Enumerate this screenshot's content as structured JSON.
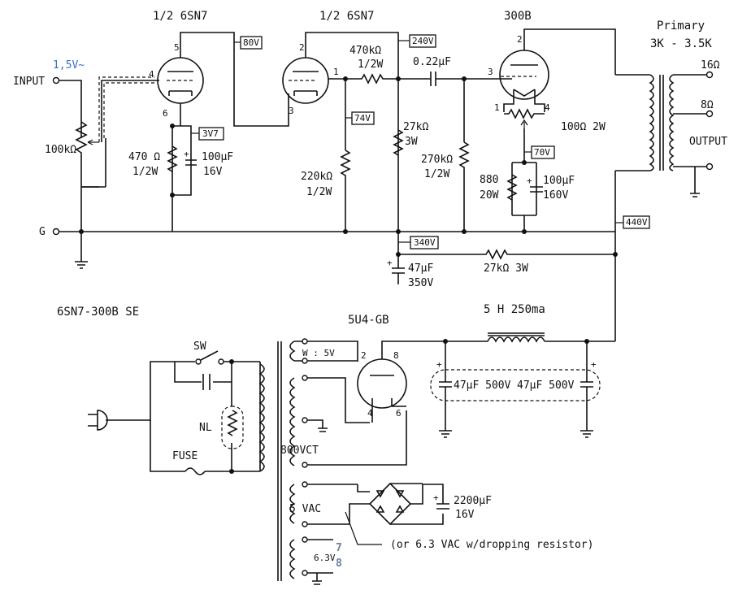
{
  "labels": {
    "tube1": "1/2 6SN7",
    "tube2": "1/2 6SN7",
    "tube3": "300B",
    "primary": "Primary",
    "primary_imp": "3K - 3.5K",
    "input": "INPUT",
    "input_level": "1,5V~",
    "ground": "G",
    "pot": "100kΩ",
    "r_k1": "470 Ω",
    "r_k1_w": "1/2W",
    "c_k1": "100μF",
    "c_k1_v": "16V",
    "r_g2": "220kΩ",
    "r_g2_w": "1/2W",
    "r_p2": "470kΩ",
    "r_p2_w": "1/2W",
    "c_couple": "0.22μF",
    "r_p1": "27kΩ",
    "r_p1_w": "3W",
    "r_g3": "270kΩ",
    "r_g3_w": "1/2W",
    "hum_pot": "100Ω 2W",
    "r_k3": "880",
    "r_k3_w": "20W",
    "c_k3": "100μF",
    "c_k3_v": "160V",
    "out_16": "16Ω",
    "out_8": "8Ω",
    "output": "OUTPUT",
    "c_filter": "47μF",
    "c_filter_v": "350V",
    "r_drop": "27kΩ 3W",
    "title": "6SN7-300B SE",
    "rectifier": "5U4-GB",
    "choke": "5 H 250ma",
    "sw": "SW",
    "nl": "NL",
    "fuse": "FUSE",
    "wind_5v": "W : 5V",
    "wind_800": "800VCT",
    "c_res1": "47μF 500V",
    "c_res2": "47μF 500V",
    "wind_5vac": "5 VAC",
    "c_fil": "2200μF",
    "c_fil_v": "16V",
    "note": "(or 6.3 VAC w/dropping resistor)",
    "wind_63": "6.3V",
    "pin_7": "7",
    "pin_8": "8"
  },
  "pins": {
    "t1_5": "5",
    "t1_4": "4",
    "t1_6": "6",
    "t2_2": "2",
    "t2_1": "1",
    "t2_3": "3",
    "t3_2": "2",
    "t3_3": "3",
    "t3_1": "1",
    "t3_4": "4",
    "rect_2": "2",
    "rect_8": "8",
    "rect_4": "4",
    "rect_6": "6"
  },
  "voltages": {
    "v80": "80V",
    "v240": "240V",
    "v3v7": "3V7",
    "v74": "74V",
    "v70": "70V",
    "v440": "440V",
    "v340": "340V"
  }
}
